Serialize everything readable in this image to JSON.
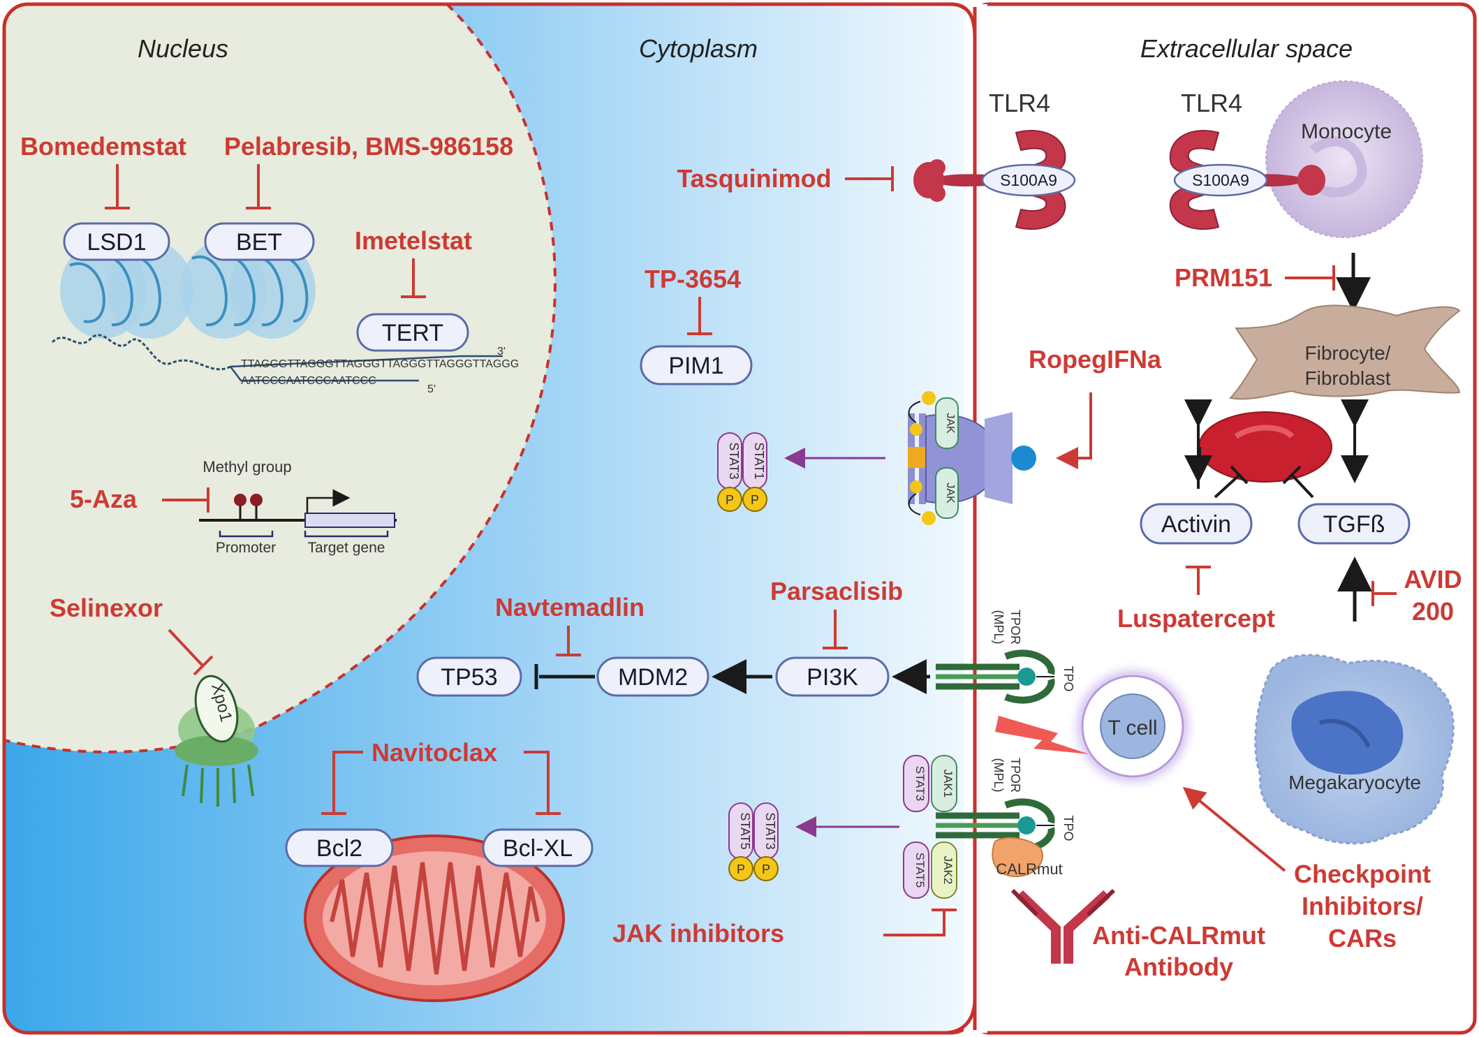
{
  "regions": {
    "nucleus": "Nucleus",
    "cytoplasm": "Cytoplasm",
    "extracellular": "Extracellular space"
  },
  "drugs": {
    "bomedemstat": "Bomedemstat",
    "pelabresib": "Pelabresib, BMS-986158",
    "imetelstat": "Imetelstat",
    "aza": "5-Aza",
    "selinexor": "Selinexor",
    "navitoclax": "Navitoclax",
    "tasquinimod": "Tasquinimod",
    "tp3654": "TP-3654",
    "navtemadlin": "Navtemadlin",
    "parsaclisib": "Parsaclisib",
    "jak_inhibitors": "JAK inhibitors",
    "ropeg": "RopegIFNa",
    "prm151": "PRM151",
    "luspatercept": "Luspatercept",
    "avid_line1": "AVID",
    "avid_line2": "200",
    "anti_calr_line1": "Anti-CALRmut",
    "anti_calr_line2": "Antibody",
    "checkpoint_line1": "Checkpoint",
    "checkpoint_line2": "Inhibitors/",
    "checkpoint_line3": "CARs"
  },
  "targets": {
    "lsd1": "LSD1",
    "bet": "BET",
    "tert": "TERT",
    "pim1": "PIM1",
    "tp53": "TP53",
    "mdm2": "MDM2",
    "pi3k": "PI3K",
    "bcl2": "Bcl2",
    "bclxl": "Bcl-XL",
    "activin": "Activin",
    "tgfb": "TGFß"
  },
  "labels": {
    "tlr4_a": "TLR4",
    "tlr4_b": "TLR4",
    "s100a9_a": "S100A9",
    "s100a9_b": "S100A9",
    "monocyte": "Monocyte",
    "fibrocyte_line1": "Fibrocyte/",
    "fibrocyte_line2": "Fibroblast",
    "megakaryocyte": "Megakaryocyte",
    "tcell": "T cell",
    "calrmut": "CALRmut",
    "xpo1": "Xpo1",
    "methyl_group": "Methyl group",
    "promoter": "Promoter",
    "target_gene": "Target gene",
    "dna_seq1": "TTAGGGTTAGGGTTAGGGTTAGGGTTAGGGTTAGGG",
    "dna_seq2": "AATCCCAATCCCAATCCC",
    "three_prime": "3'",
    "five_prime": "5'",
    "tpor_a": "TPOR",
    "mpl_a": "(MPL)",
    "tpo_a": "TPO",
    "tpor_b": "TPOR",
    "mpl_b": "(MPL)",
    "tpo_b": "TPO",
    "jak": "JAK",
    "jak1": "JAK1",
    "jak2": "JAK2",
    "stat1": "STAT1",
    "stat3": "STAT3",
    "stat5": "STAT5",
    "p": "P"
  },
  "colors": {
    "frame": "#c8302c",
    "drug": "#cd3a34",
    "nucleus_fill": "#e8ecdf",
    "pill_border": "#5b6aa8",
    "pill_fill": "#eef1fb"
  }
}
